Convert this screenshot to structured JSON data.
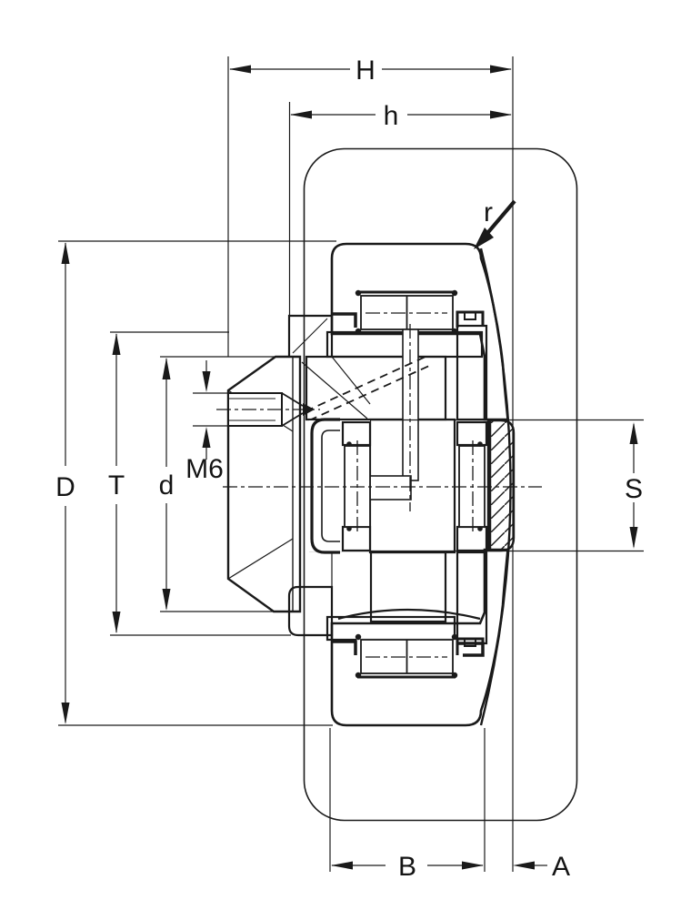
{
  "drawing": {
    "background_color": "#ffffff",
    "line_color": "#1a1a1a",
    "labels": {
      "H": "H",
      "h": "h",
      "r": "r",
      "D": "D",
      "T": "T",
      "d": "d",
      "M6": "M6",
      "S": "S",
      "B": "B",
      "A": "A"
    }
  }
}
